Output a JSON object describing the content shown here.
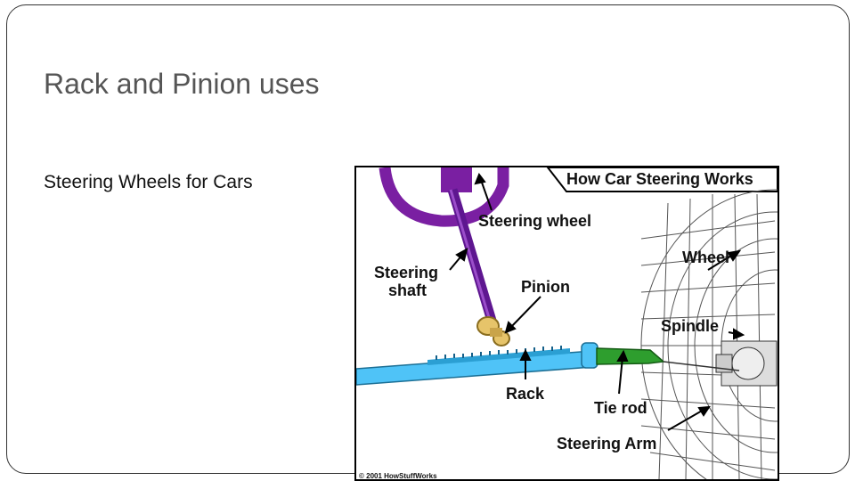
{
  "slide": {
    "title": "Rack and Pinion uses",
    "bullet": "Steering Wheels for Cars"
  },
  "figure": {
    "header": "How Car Steering Works",
    "labels": {
      "steering_wheel": "Steering wheel",
      "steering_shaft_line1": "Steering",
      "steering_shaft_line2": "shaft",
      "pinion": "Pinion",
      "wheel": "Wheel",
      "spindle": "Spindle",
      "rack": "Rack",
      "tie_rod": "Tie rod",
      "steering_arm": "Steering Arm"
    },
    "copyright": "© 2001 HowStuffWorks",
    "colors": {
      "steering_wheel": "#7a1fa2",
      "shaft": "#6a1b9a",
      "rack": "#4fc3f7",
      "tie_rod": "#2e9e2e",
      "pinion": "#e6c46a"
    }
  }
}
